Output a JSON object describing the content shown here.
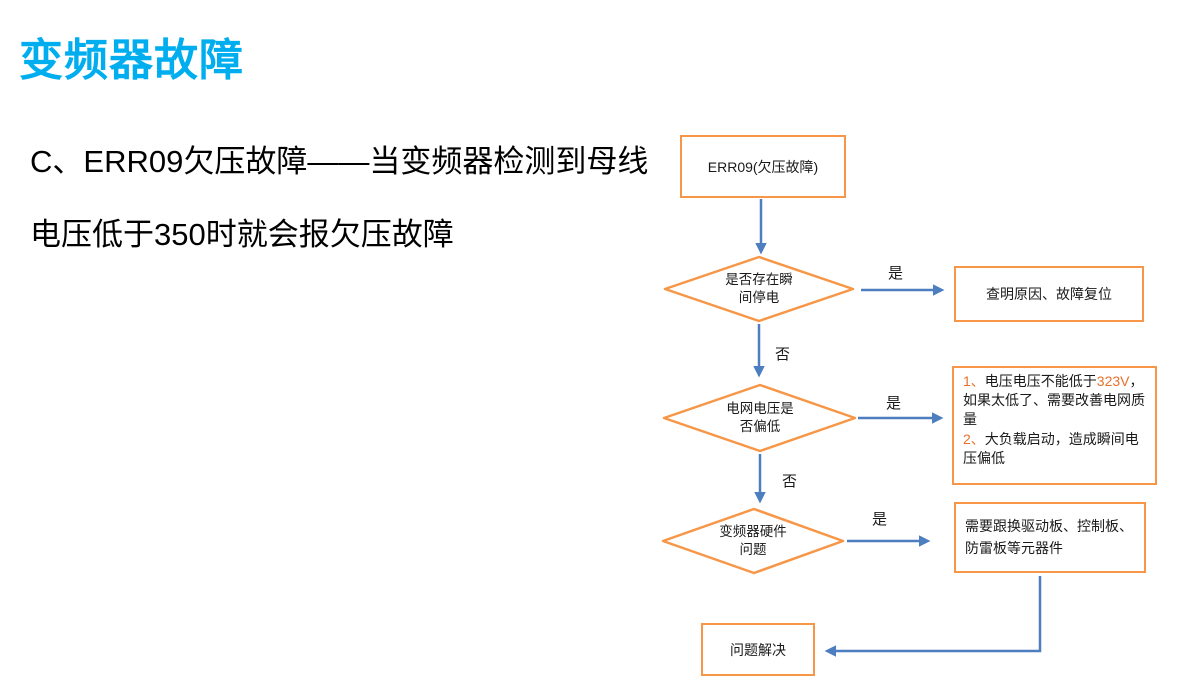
{
  "slide": {
    "title": "变频器故障",
    "body_lines": [
      "C、ERR09欠压故障——当变频器检测到母线",
      "电压低于350时就会报欠压故障"
    ]
  },
  "flowchart": {
    "start_label": "ERR09(欠压故障)",
    "decision1": "是否存在瞬\n间停电",
    "decision2": "电网电压是\n否偏低",
    "decision3": "变频器硬件\n问题",
    "yes_label": "是",
    "no_label": "否",
    "result1": "查明原因、故障复位",
    "result2": {
      "num1": "1、",
      "text1": "电压电压不能低于",
      "highlight": "323V",
      "text2": "，\n如果太低了、需要改善电网质\n量\n",
      "num2": "2、",
      "text3": "大负载启动，造成瞬间电\n压偏低"
    },
    "result3": "需要跟换驱动板、控制板、\n防雷板等元器件",
    "end_label": "问题解决"
  },
  "colors": {
    "title": "#00AEEF",
    "shape_border": "#F79646",
    "connector": "#4D7EBF",
    "highlight": "#E8702A"
  }
}
